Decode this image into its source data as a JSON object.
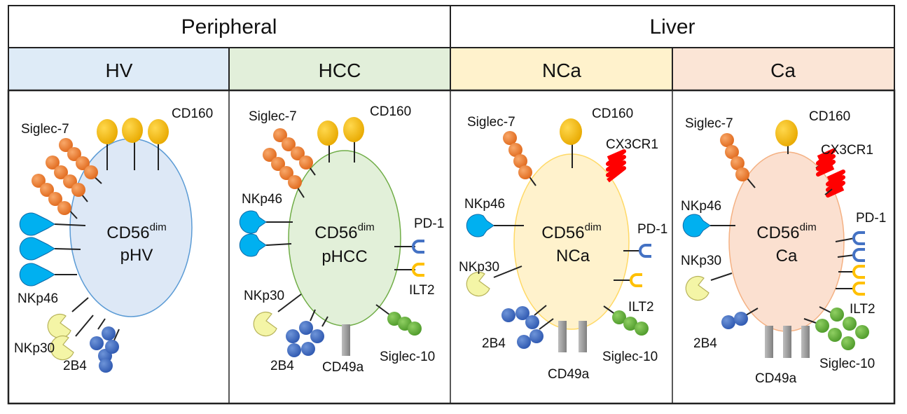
{
  "header": {
    "groups": [
      {
        "label": "Peripheral"
      },
      {
        "label": "Liver"
      }
    ]
  },
  "panels": [
    {
      "title": "HV",
      "header_color": "#deebf7",
      "cell_fill": "#dde8f6",
      "cell_stroke": "#5b9bd5",
      "cell_name": "CD56",
      "cell_sup": "dim",
      "cell_subname": "pHV",
      "labels": {
        "siglec7": "Siglec-7",
        "cd160": "CD160",
        "nkp46": "NKp46",
        "nkp30": "NKp30",
        "b2b4": "2B4"
      }
    },
    {
      "title": "HCC",
      "header_color": "#e2efda",
      "cell_fill": "#e2f0d9",
      "cell_stroke": "#70ad47",
      "cell_name": "CD56",
      "cell_sup": "dim",
      "cell_subname": "pHCC",
      "labels": {
        "siglec7": "Siglec-7",
        "cd160": "CD160",
        "nkp46": "NKp46",
        "pd1": "PD-1",
        "ilt2": "ILT2",
        "nkp30": "NKp30",
        "b2b4": "2B4",
        "cd49a": "CD49a",
        "siglec10": "Siglec-10"
      }
    },
    {
      "title": "NCa",
      "header_color": "#fff2cc",
      "cell_fill": "#fff2cc",
      "cell_stroke": "#ffd966",
      "cell_name": "CD56",
      "cell_sup": "dim",
      "cell_subname": "NCa",
      "labels": {
        "siglec7": "Siglec-7",
        "cd160": "CD160",
        "cx3cr1": "CX3CR1",
        "nkp46": "NKp46",
        "pd1": "PD-1",
        "nkp30": "NKp30",
        "ilt2": "ILT2",
        "b2b4": "2B4",
        "cd49a": "CD49a",
        "siglec10": "Siglec-10"
      }
    },
    {
      "title": "Ca",
      "header_color": "#fbe5d6",
      "cell_fill": "#fbe0d0",
      "cell_stroke": "#f4b183",
      "cell_name": "CD56",
      "cell_sup": "dim",
      "cell_subname": "Ca",
      "labels": {
        "siglec7": "Siglec-7",
        "cd160": "CD160",
        "cx3cr1": "CX3CR1",
        "nkp46": "NKp46",
        "pd1": "PD-1",
        "nkp30": "NKp30",
        "ilt2": "ILT2",
        "b2b4": "2B4",
        "cd49a": "CD49a",
        "siglec10": "Siglec-10"
      }
    }
  ],
  "colors": {
    "siglec7": "#ed7d31",
    "cd160": "#ffc000",
    "nkp46": "#00b0f0",
    "nkp30": "#f4f5a6",
    "b2b4": "#4472c4",
    "pd1": "#4472c4",
    "ilt2": "#ffc000",
    "cx3cr1": "#ff0000",
    "cd49a": "#a6a6a6",
    "siglec10": "#70ad47"
  }
}
